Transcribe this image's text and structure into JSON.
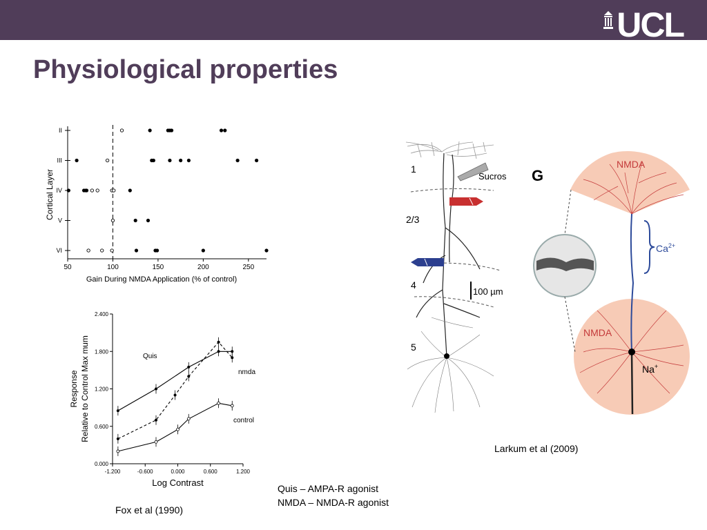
{
  "header": {
    "logo_text": "UCL",
    "colors": {
      "bar": "#503D59",
      "title": "#503D59"
    }
  },
  "slide": {
    "title": "Physiological properties",
    "caption_fox": "Fox et al (1990)",
    "caption_larkum": "Larkum et al (2009)",
    "notes": [
      "Quis – AMPA-R agonist",
      "NMDA – NMDA-R agonist"
    ]
  },
  "chart_data": [
    {
      "type": "scatter",
      "title": "",
      "xlabel": "Gain During NMDA Application (% of control)",
      "ylabel": "Cortical Layer",
      "xlim": [
        50,
        270
      ],
      "xticks": [
        "50",
        "100",
        "150",
        "200",
        "250"
      ],
      "categories": [
        "II",
        "III",
        "IV",
        "V",
        "VI"
      ],
      "reference_line": 100,
      "series": [
        {
          "marker": "filled",
          "points": [
            {
              "layer": "II",
              "x": [
                141,
                161,
                163,
                165,
                220,
                224
              ]
            },
            {
              "layer": "III",
              "x": [
                60,
                143,
                145,
                163,
                175,
                184,
                238,
                259
              ]
            },
            {
              "layer": "IV",
              "x": [
                51,
                68,
                70,
                71,
                119
              ]
            },
            {
              "layer": "V",
              "x": [
                125,
                139
              ]
            },
            {
              "layer": "VI",
              "x": [
                126,
                147,
                149,
                200,
                270
              ]
            }
          ]
        },
        {
          "marker": "open",
          "points": [
            {
              "layer": "II",
              "x": [
                110
              ]
            },
            {
              "layer": "III",
              "x": [
                94
              ]
            },
            {
              "layer": "IV",
              "x": [
                77,
                83,
                99,
                101
              ]
            },
            {
              "layer": "V",
              "x": [
                100
              ]
            },
            {
              "layer": "VI",
              "x": [
                73,
                88,
                99
              ]
            }
          ]
        }
      ]
    },
    {
      "type": "line",
      "title": "",
      "xlabel": "Log Contrast",
      "ylabel": "Response Relative to Control Max mum",
      "xlim": [
        -1.2,
        1.2
      ],
      "ylim": [
        0,
        2.4
      ],
      "xticks": [
        "-1.200",
        "-0.600",
        "0.000",
        "0.600",
        "1.200"
      ],
      "yticks": [
        "0.000",
        "0.600",
        "1.200",
        "1.800",
        "2.400"
      ],
      "series": [
        {
          "name": "Quis",
          "style": "solid",
          "marker": "filled",
          "x": [
            -1.1,
            -0.4,
            0.2,
            0.75,
            1.0
          ],
          "y": [
            0.85,
            1.2,
            1.55,
            1.8,
            1.8
          ]
        },
        {
          "name": "nmda",
          "style": "dashed",
          "marker": "filled",
          "x": [
            -1.1,
            -0.4,
            -0.05,
            0.2,
            0.75,
            1.0
          ],
          "y": [
            0.4,
            0.7,
            1.1,
            1.4,
            1.95,
            1.7
          ]
        },
        {
          "name": "control",
          "style": "solid",
          "marker": "open",
          "x": [
            -1.1,
            -0.4,
            0.0,
            0.2,
            0.75,
            1.0
          ],
          "y": [
            0.2,
            0.35,
            0.55,
            0.72,
            0.97,
            0.93
          ]
        }
      ]
    }
  ],
  "neuron_figure": {
    "layers": [
      "1",
      "2/3",
      "4",
      "5"
    ],
    "labels": {
      "sucros": "Sucros",
      "scale": "100 µm"
    }
  },
  "model_figure": {
    "panel_label": "G",
    "labels": {
      "nmda_top": "NMDA",
      "nmda_bottom": "NMDA",
      "ca": "Ca",
      "ca_sup": "2+",
      "na": "Na",
      "na_sup": "+"
    }
  }
}
